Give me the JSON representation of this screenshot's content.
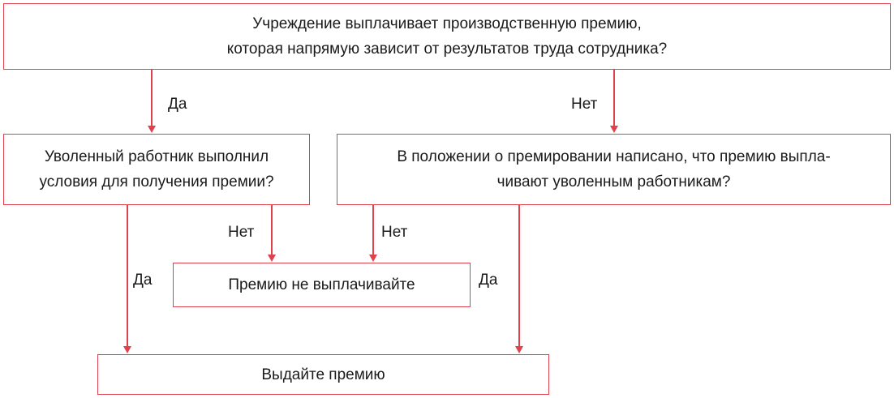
{
  "colors": {
    "accent": "#e0414d",
    "text": "#1a1a1a",
    "bg": "#ffffff"
  },
  "flowchart": {
    "root_question": {
      "line1": "Учреждение выплачивает производственную премию,",
      "line2": "которая напрямую зависит от результатов труда сотрудника?"
    },
    "left_question": {
      "line1": "Уволенный работник выполнил",
      "line2": "условия для получения премии?"
    },
    "right_question": {
      "line1": "В положении о премировании написано, что премию выпла-",
      "line2": "чивают уволенным работникам?"
    },
    "no_payout": "Премию не выплачивайте",
    "payout": "Выдайте премию",
    "labels": {
      "yes": "Да",
      "no": "Нет"
    }
  }
}
